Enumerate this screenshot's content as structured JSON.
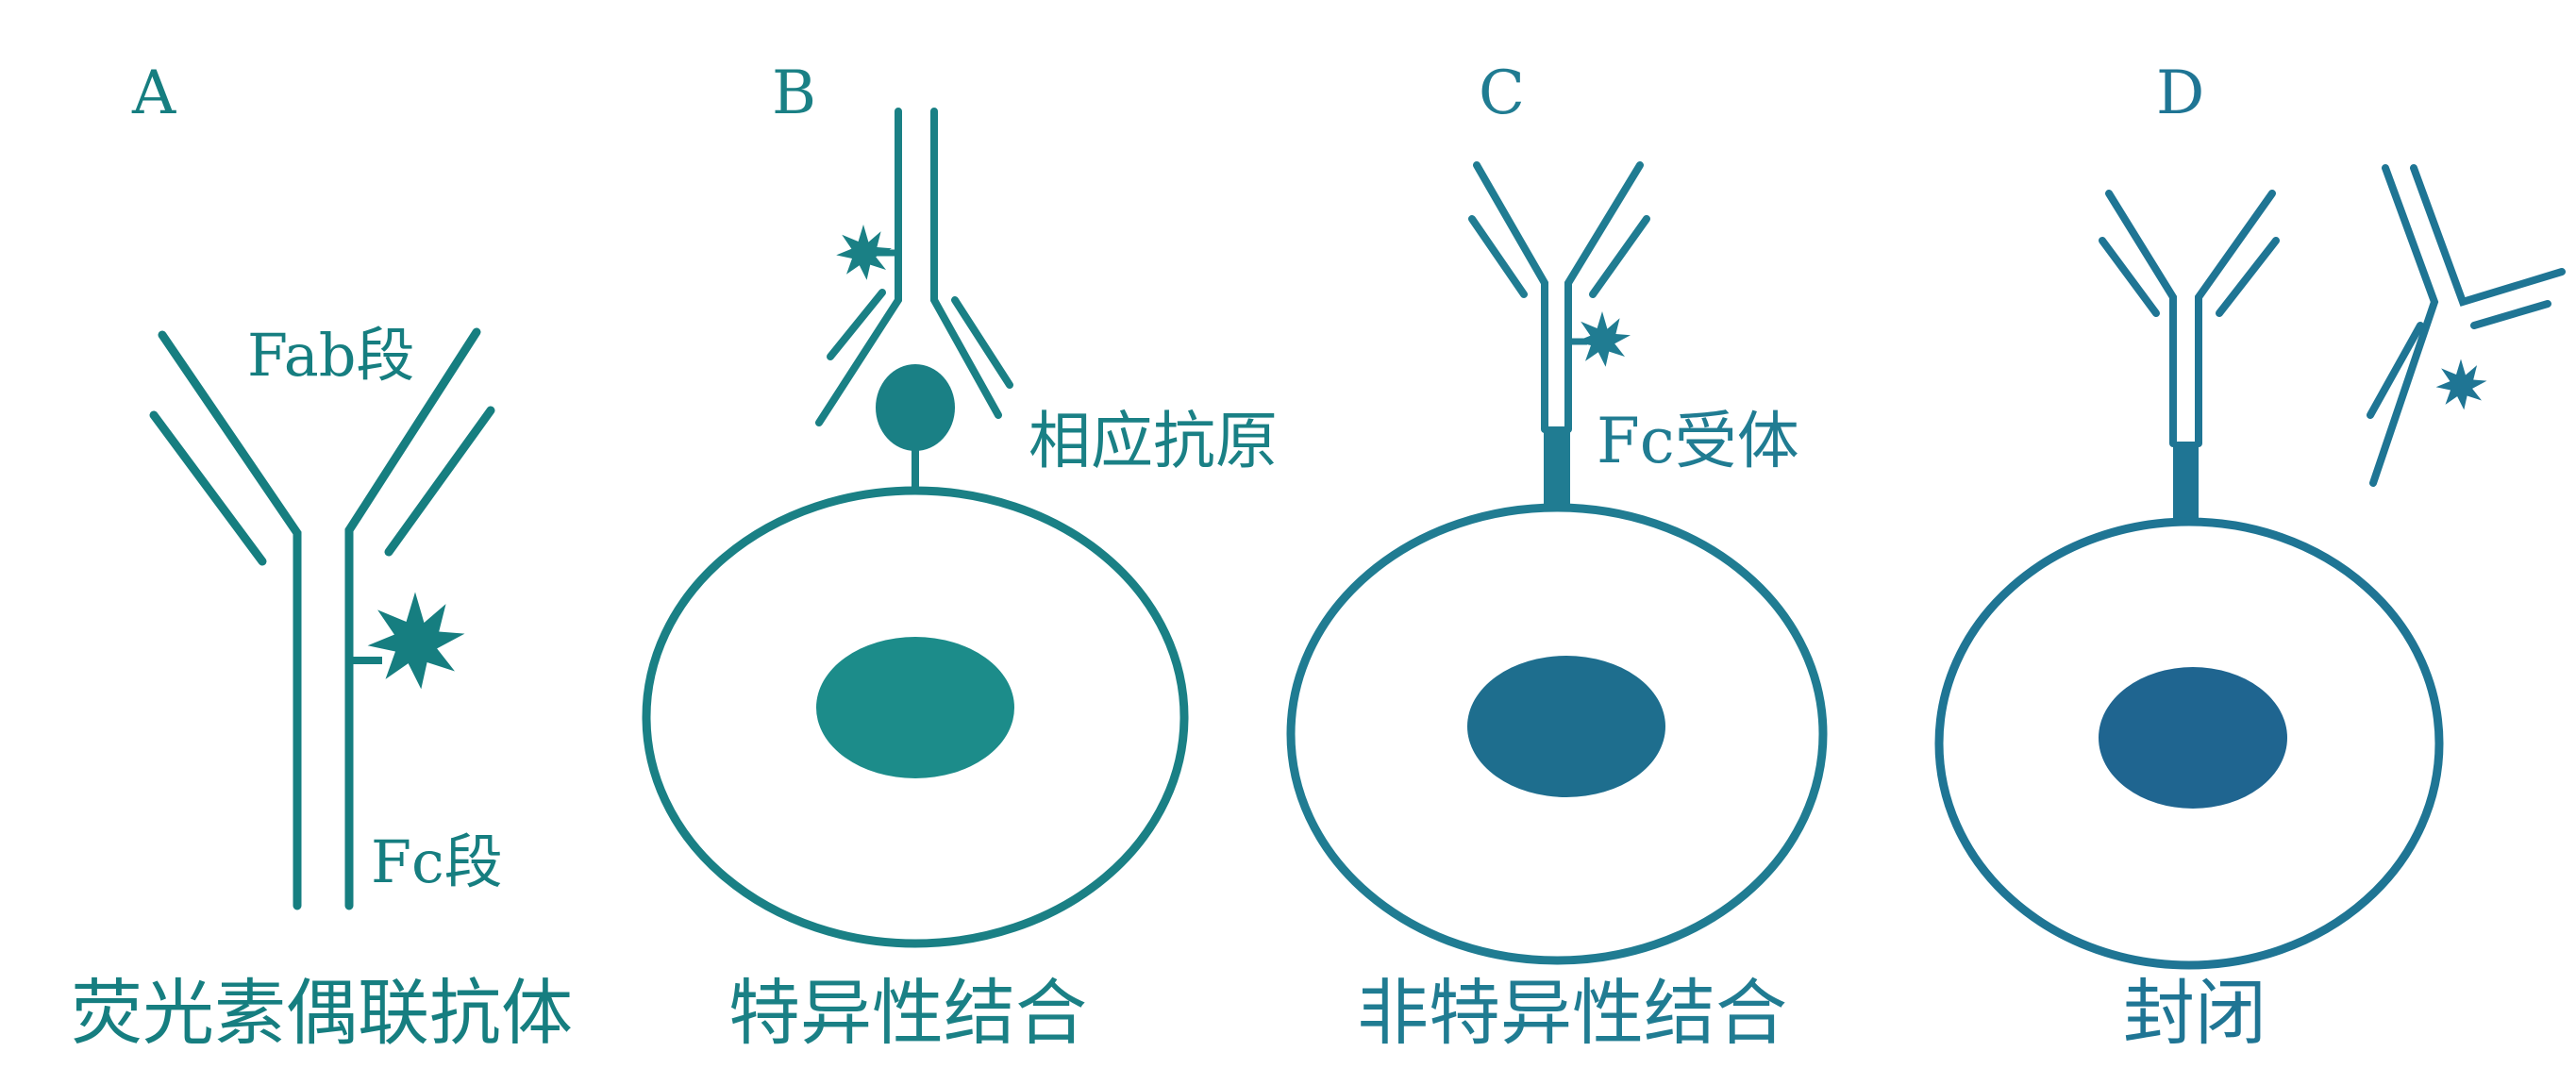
{
  "colors": {
    "stroke_a": "#167e80",
    "stroke_b": "#1a8085",
    "stroke_c": "#207c92",
    "stroke_d": "#1f7594",
    "nucleus_b": "#1c8c8a",
    "nucleus_c": "#1e6e8e",
    "nucleus_d": "#1f6590"
  },
  "panels": {
    "a": {
      "letter": "A",
      "caption": "荧光素偶联抗体",
      "fab_label": "Fab段",
      "fc_label": "Fc段"
    },
    "b": {
      "letter": "B",
      "caption": "特异性结合",
      "antigen_label": "相应抗原"
    },
    "c": {
      "letter": "C",
      "caption": "非特异性结合",
      "receptor_label": "Fc受体"
    },
    "d": {
      "letter": "D",
      "caption": "封闭"
    }
  }
}
